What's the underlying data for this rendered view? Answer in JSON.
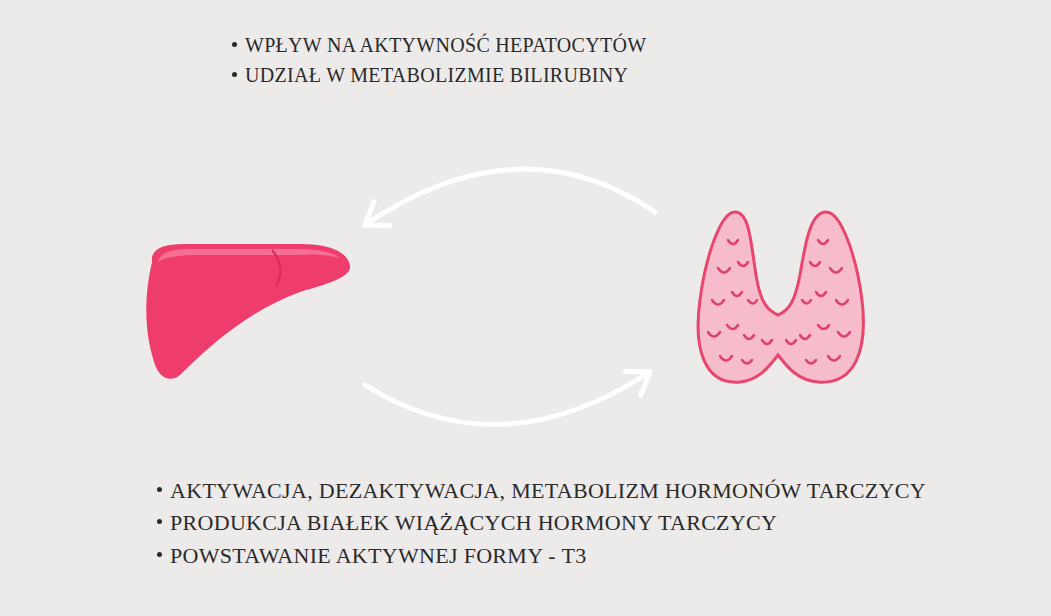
{
  "diagram": {
    "labels": [
      "WPŁYW NA AKTYWNOŚĆ HEPATOCYTÓW",
      "UDZIAŁ W METABOLIZMIE BILIRUBINY",
      "AKTYWACJA, DEZAKTYWACJA, METABOLIZM HORMONÓW TARCZYCY",
      "PRODUKCJA BIAŁEK WIĄŻĄCYCH HORMONY TARCZYCY",
      "POWSTAWANIE AKTYWNEJ FORMY - T3"
    ]
  }
}
